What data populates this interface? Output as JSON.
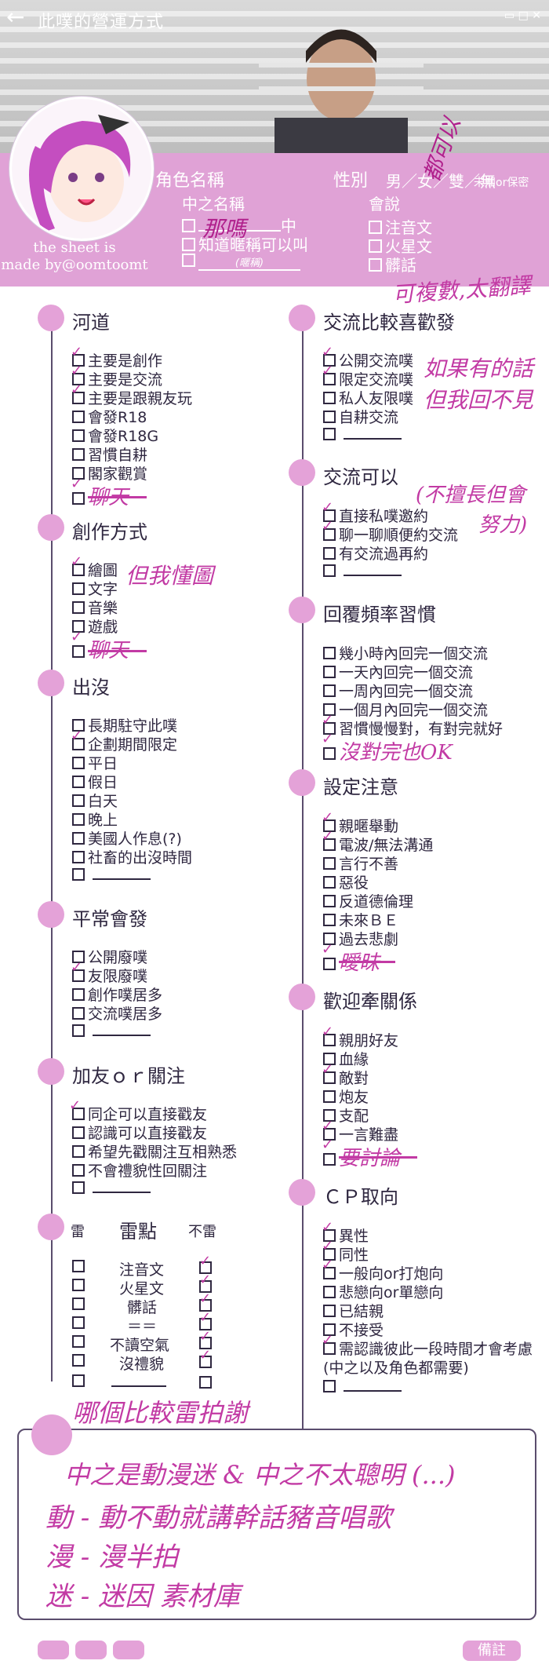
{
  "header": {
    "back_icon": "arrow-left-icon",
    "title": "此噗的營運方式",
    "credit_line1": "the sheet is",
    "credit_line2": "made by@oomtoomt"
  },
  "profile": {
    "role_name_label": "角色名稱",
    "gender_label": "性別",
    "gender_options": "男／女／雙／無",
    "gender_extra": "未知or保密",
    "nickname_label": "中之名稱",
    "nickname_options": [
      "",
      "中",
      "知道暱稱可以叫",
      "(暱稱)"
    ],
    "languages_label": "會說",
    "languages": [
      "注音文",
      "火星文",
      "髒話"
    ],
    "hand_nickname": "那嗎",
    "hand_gender": "都可以",
    "hand_lang": "可複數,太翻譯"
  },
  "sections": {
    "hedao": {
      "title": "河道",
      "items": [
        "主要是創作",
        "主要是交流",
        "主要是跟親友玩",
        "會發R18",
        "會發R18G",
        "習慣自耕",
        "閣家觀賞",
        "聊天"
      ]
    },
    "creation": {
      "title": "創作方式",
      "items": [
        "繪圖",
        "文字",
        "音樂",
        "遊戲",
        "聊天"
      ],
      "note": "但我懂圖"
    },
    "appearance": {
      "title": "出沒",
      "items": [
        "長期駐守此噗",
        "企劃期間限定",
        "平日",
        "假日",
        "白天",
        "晚上",
        "美國人作息(?)",
        "社畜的出沒時間",
        ""
      ]
    },
    "usual_post": {
      "title": "平常會發",
      "items": [
        "公開廢噗",
        "友限廢噗",
        "創作噗居多",
        "交流噗居多",
        ""
      ]
    },
    "friend_follow": {
      "title": "加友ｏｒ關注",
      "items": [
        "同企可以直接戳友",
        "認識可以直接戳友",
        "希望先戳關注互相熟悉",
        "不會禮貌性回關注",
        ""
      ]
    },
    "landmine": {
      "title": "雷點",
      "col_left": "雷",
      "col_right": "不雷",
      "items": [
        "注音文",
        "火星文",
        "髒話",
        "＝＝",
        "不讀空氣",
        "沒禮貌",
        ""
      ]
    },
    "prefer_post": {
      "title": "交流比較喜歡發",
      "items": [
        "公開交流噗",
        "限定交流噗",
        "私人友限噗",
        "自耕交流",
        ""
      ],
      "note_line1": "如果有的話",
      "note_line2": "但我回不見"
    },
    "exchange_ok": {
      "title": "交流可以",
      "items": [
        "直接私噗邀約",
        "聊一聊順便約交流",
        "有交流過再約",
        ""
      ],
      "note_line1": "(不擅長但會",
      "note_line2": "努力)"
    },
    "reply_habit": {
      "title": "回覆頻率習慣",
      "items": [
        "幾小時內回完一個交流",
        "一天內回完一個交流",
        "一周內回完一個交流",
        "一個月內回完一個交流",
        "習慣慢慢對，有對完就好",
        "沒對完也OK"
      ]
    },
    "setting_notes": {
      "title": "設定注意",
      "items": [
        "親暱舉動",
        "電波/無法溝通",
        "言行不善",
        "惡役",
        "反道德倫理",
        "未來ＢＥ",
        "過去悲劇",
        "曖昧"
      ]
    },
    "welcome_relation": {
      "title": "歡迎牽關係",
      "items": [
        "親朋好友",
        "血緣",
        "敵對",
        "炮友",
        "支配",
        "一言難盡",
        "要討論"
      ]
    },
    "cp": {
      "title": "ＣＰ取向",
      "items": [
        "異性",
        "同性",
        "一般向or打炮向",
        "悲戀向or單戀向",
        "已結親",
        "不接受",
        "需認識彼此一段時間才會考慮",
        "(中之以及角色都需要)",
        ""
      ]
    }
  },
  "notes": {
    "heading": "哪個比較雷拍謝",
    "lines": [
      "中之是動漫迷 & 中之不太聰明 (...)",
      "動 - 動不動就講幹話豬音唱歌",
      "漫 - 漫半拍",
      "迷 - 迷因 素材庫"
    ]
  },
  "footer": {
    "remark_label": "備註"
  },
  "colors": {
    "accent": "#e4a2d8",
    "ink": "#c23aa4",
    "line": "#5a4c6d"
  }
}
